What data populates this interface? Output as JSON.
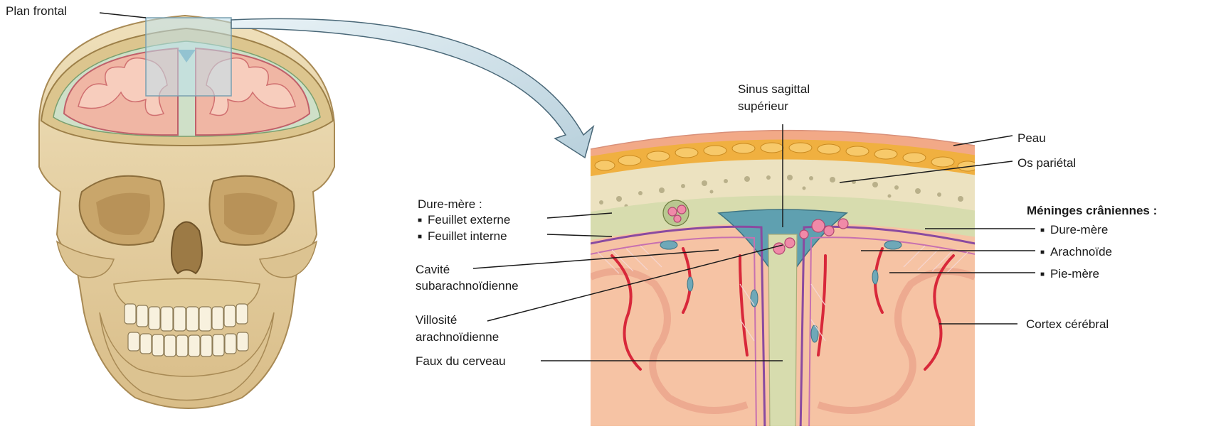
{
  "labels": {
    "plan_frontal": "Plan frontal",
    "sinus_1": "Sinus sagittal",
    "sinus_2": "supérieur",
    "peau": "Peau",
    "os_parietal": "Os pariétal",
    "dure_mere_head": "Dure-mère :",
    "feuillet_externe": "Feuillet externe",
    "feuillet_interne": "Feuillet interne",
    "meninges_head": "Méninges crâniennes :",
    "dure_mere": "Dure-mère",
    "arachnoide": "Arachnoïde",
    "pie_mere": "Pie-mère",
    "cavite_1": "Cavité",
    "cavite_2": "subarachnoïdienne",
    "villosite_1": "Villosité",
    "villosite_2": "arachnoïdienne",
    "faux": "Faux du cerveau",
    "cortex": "Cortex cérébral"
  },
  "colors": {
    "bone": "#e8d5a8",
    "bone_shadow": "#c9a66b",
    "skin": "#f2b48c",
    "fat": "#f0b040",
    "dura": "#cfd8a8",
    "sinus": "#5fa0b0",
    "cortex": "#f6c3a4",
    "vessel_red": "#d8283a",
    "pia_purple": "#8a4aa0",
    "selection_box": "#bde0ec"
  }
}
